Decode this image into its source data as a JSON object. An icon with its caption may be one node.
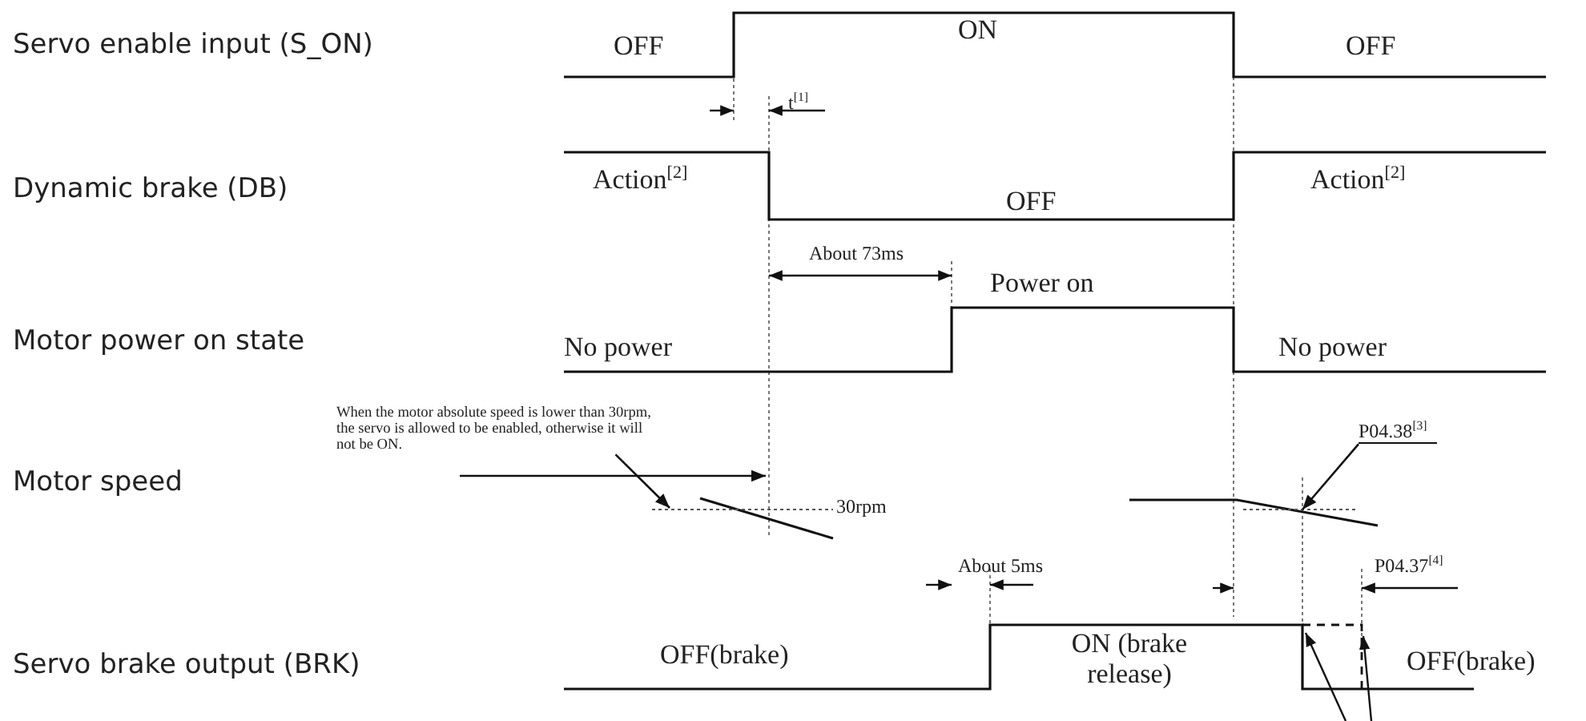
{
  "diagram": {
    "nodes": [
      {
        "text": [
          "When the motor absolute speed is lower than 30rpm, the servo is allowed to be enabled, otherwise it will not be ON."
        ]
      },
      {
        "text": [
          "P04.38$^{[3]}$"
        ]
      }
    ],
    "edges": [
      {
        "from": 0,
        "to": null,
        "arrow": "to"
      },
      {
        "from": 1,
        "to": null,
        "arrow": "to"
      }
    ],
    "labels": [
      "Servo enable input (S_ON)",
      "OFF",
      "ON",
      "OFF",
      "t$^{[1]}$",
      "Dynamic brake (DB)",
      "Action$^{[2]}$",
      "OFF",
      "Action$^{[2]}$",
      "About 73ms",
      "Motor power on state",
      "No power",
      "Power on",
      "No power",
      "30rpm",
      "Motor speed",
      "About 5ms",
      "P04.37$^{[4]}$",
      "Servo brake output (BRK)",
      "OFF(brake)",
      "ON (brake release)",
      "OFF(brake)"
    ]
  }
}
